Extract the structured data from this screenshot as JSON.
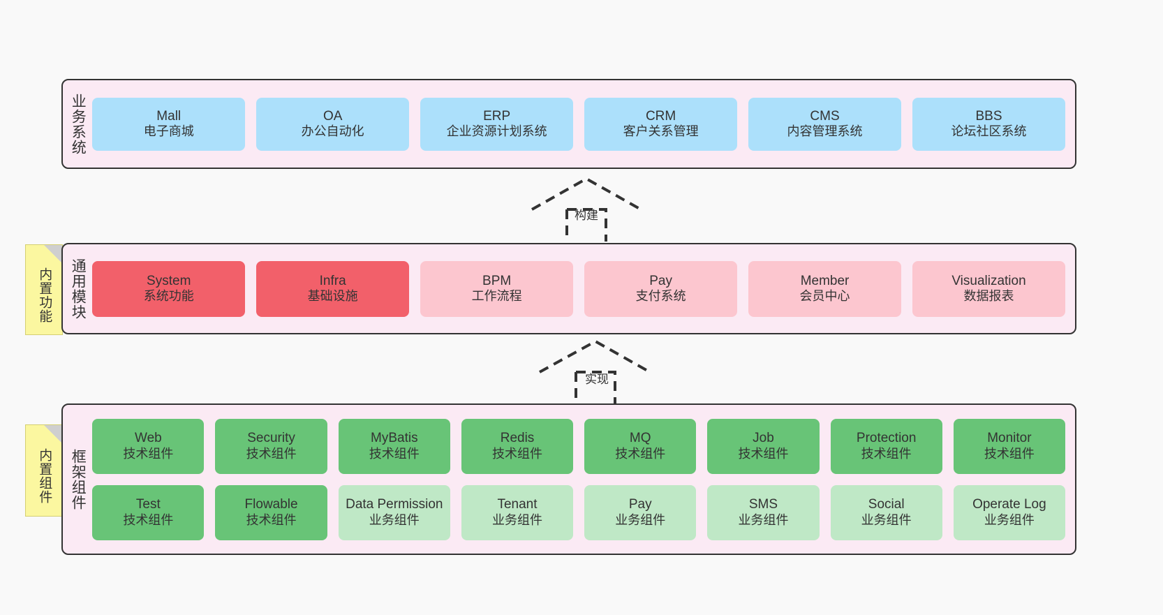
{
  "diagram": {
    "background_color": "#f9f9f9",
    "layer_fill": "#fbeaf4",
    "layer_border": "#333333",
    "note_fill": "#fbf7a0"
  },
  "layers": [
    {
      "id": "business",
      "title": "业务系统",
      "cards": [
        {
          "en": "Mall",
          "cn": "电子商城",
          "color": "#ace0fb"
        },
        {
          "en": "OA",
          "cn": "办公自动化",
          "color": "#ace0fb"
        },
        {
          "en": "ERP",
          "cn": "企业资源计划系统",
          "color": "#ace0fb"
        },
        {
          "en": "CRM",
          "cn": "客户关系管理",
          "color": "#ace0fb"
        },
        {
          "en": "CMS",
          "cn": "内容管理系统",
          "color": "#ace0fb"
        },
        {
          "en": "BBS",
          "cn": "论坛社区系统",
          "color": "#ace0fb"
        }
      ]
    },
    {
      "id": "common",
      "title": "通用模块",
      "note": "内置功能",
      "cards": [
        {
          "en": "System",
          "cn": "系统功能",
          "color": "#f2606a"
        },
        {
          "en": "Infra",
          "cn": "基础设施",
          "color": "#f2606a"
        },
        {
          "en": "BPM",
          "cn": "工作流程",
          "color": "#fcc6cf"
        },
        {
          "en": "Pay",
          "cn": "支付系统",
          "color": "#fcc6cf"
        },
        {
          "en": "Member",
          "cn": "会员中心",
          "color": "#fcc6cf"
        },
        {
          "en": "Visualization",
          "cn": "数据报表",
          "color": "#fcc6cf"
        }
      ]
    },
    {
      "id": "framework",
      "title": "框架组件",
      "note": "内置组件",
      "row1": [
        {
          "en": "Web",
          "cn": "技术组件",
          "color": "#68c477"
        },
        {
          "en": "Security",
          "cn": "技术组件",
          "color": "#68c477"
        },
        {
          "en": "MyBatis",
          "cn": "技术组件",
          "color": "#68c477"
        },
        {
          "en": "Redis",
          "cn": "技术组件",
          "color": "#68c477"
        },
        {
          "en": "MQ",
          "cn": "技术组件",
          "color": "#68c477"
        },
        {
          "en": "Job",
          "cn": "技术组件",
          "color": "#68c477"
        },
        {
          "en": "Protection",
          "cn": "技术组件",
          "color": "#68c477"
        },
        {
          "en": "Monitor",
          "cn": "技术组件",
          "color": "#68c477"
        }
      ],
      "row2": [
        {
          "en": "Test",
          "cn": "技术组件",
          "color": "#68c477"
        },
        {
          "en": "Flowable",
          "cn": "技术组件",
          "color": "#68c477"
        },
        {
          "en": "Data Permission",
          "cn": "业务组件",
          "color": "#bfe8c6"
        },
        {
          "en": "Tenant",
          "cn": "业务组件",
          "color": "#bfe8c6"
        },
        {
          "en": "Pay",
          "cn": "业务组件",
          "color": "#bfe8c6"
        },
        {
          "en": "SMS",
          "cn": "业务组件",
          "color": "#bfe8c6"
        },
        {
          "en": "Social",
          "cn": "业务组件",
          "color": "#bfe8c6"
        },
        {
          "en": "Operate Log",
          "cn": "业务组件",
          "color": "#bfe8c6"
        }
      ]
    }
  ],
  "arrows": [
    {
      "id": "build",
      "label": "构建"
    },
    {
      "id": "impl",
      "label": "实现"
    }
  ]
}
